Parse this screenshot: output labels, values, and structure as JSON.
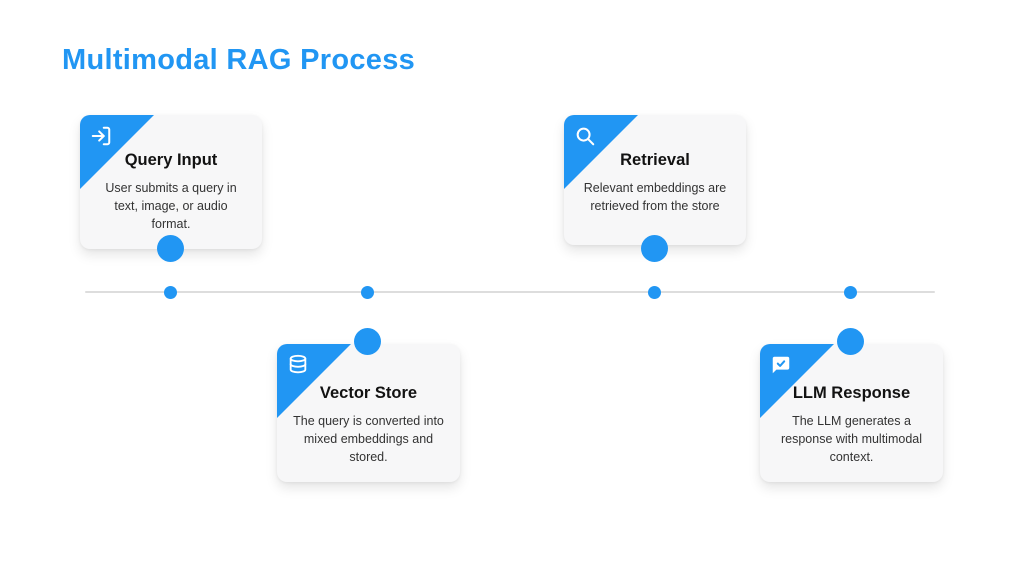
{
  "page": {
    "title": "Multimodal RAG Process",
    "accent_color": "#2196f3",
    "timeline_color": "#dddddd",
    "card_background": "#f7f7f8"
  },
  "steps": [
    {
      "title": "Query Input",
      "description": "User submits a query in text, image, or audio format.",
      "icon": "login-arrow-icon"
    },
    {
      "title": "Vector Store",
      "description": "The query is converted into mixed embeddings and stored.",
      "icon": "database-icon"
    },
    {
      "title": "Retrieval",
      "description": "Relevant embeddings are retrieved from the store",
      "icon": "search-icon"
    },
    {
      "title": "LLM Response",
      "description": "The LLM generates a response with multimodal context.",
      "icon": "chat-check-icon"
    }
  ]
}
